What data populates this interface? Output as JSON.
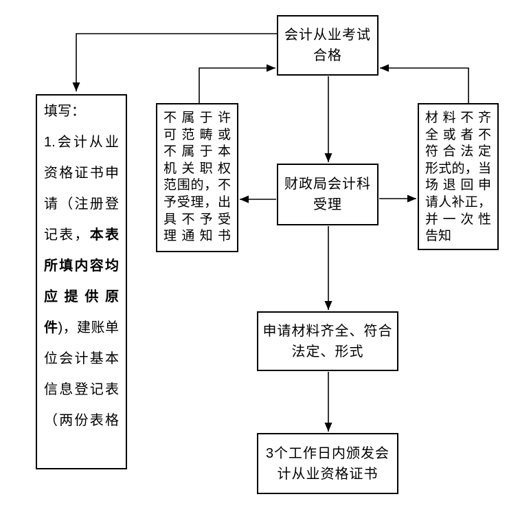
{
  "boxes": {
    "exam": {
      "lines": [
        "会计从业考试",
        "合格"
      ]
    },
    "fill": {
      "lines": [
        {
          "segments": [
            {
              "text": "填写：",
              "bold": false
            }
          ]
        },
        {
          "segments": [
            {
              "text": "1.会计从业",
              "bold": false
            }
          ]
        },
        {
          "segments": [
            {
              "text": "资格证书申",
              "bold": false
            }
          ]
        },
        {
          "segments": [
            {
              "text": "请（注册登",
              "bold": false
            }
          ]
        },
        {
          "segments": [
            {
              "text": "记表，",
              "bold": false
            },
            {
              "text": "本表",
              "bold": true
            }
          ]
        },
        {
          "segments": [
            {
              "text": "所填内容均",
              "bold": true
            }
          ]
        },
        {
          "segments": [
            {
              "text": "应提供原",
              "bold": true
            }
          ]
        },
        {
          "segments": [
            {
              "text": "件",
              "bold": true
            },
            {
              "text": ")，建账单",
              "bold": false
            }
          ]
        },
        {
          "segments": [
            {
              "text": "位会计基本",
              "bold": false
            }
          ]
        },
        {
          "segments": [
            {
              "text": "信息登记表",
              "bold": false
            }
          ]
        },
        {
          "segments": [
            {
              "text": "（两份表格",
              "bold": false
            }
          ]
        }
      ]
    },
    "not_scope": {
      "lines": [
        "不属于许",
        "可范畴或",
        "不属于本",
        "机关职权",
        "范围的，不",
        "予受理，出",
        "具不予受",
        "理通知书"
      ]
    },
    "accept": {
      "lines": [
        "财政局会计科",
        "受理"
      ]
    },
    "incomplete": {
      "lines": [
        "材料不齐",
        "全或者不",
        "符合法定",
        "形式的，当",
        "场退回申",
        "请人补正，",
        "并一次性",
        "告知"
      ]
    },
    "complete": {
      "lines": [
        "申请材料齐全、符合",
        "法定、形式"
      ]
    },
    "issue": {
      "lines": [
        "3个工作日内颁发会",
        "计从业资格证书"
      ]
    }
  },
  "colors": {
    "stroke": "#000000",
    "background": "#ffffff",
    "text": "#000000"
  }
}
